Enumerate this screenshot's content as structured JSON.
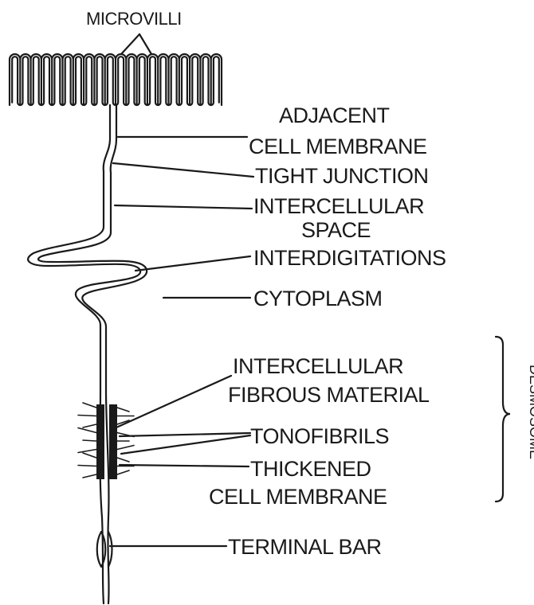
{
  "labels": {
    "microvilli": "MICROVILLI",
    "adjacent": "ADJACENT",
    "cell_membrane": "CELL MEMBRANE",
    "tight_junction": "TIGHT JUNCTION",
    "intercellular": "INTERCELLULAR",
    "space": "SPACE",
    "interdigitations": "INTERDIGITATIONS",
    "cytoplasm": "CYTOPLASM",
    "intercellular_2": "INTERCELLULAR",
    "fibrous_material": "FIBROUS MATERIAL",
    "tonofibrils": "TONOFIBRILS",
    "thickened": "THICKENED",
    "cell_membrane_2": "CELL MEMBRANE",
    "terminal_bar": "TERMINAL BAR",
    "desmosome": "DESMOSOME"
  },
  "colors": {
    "ink": "#1a1a1a",
    "background": "#ffffff"
  }
}
